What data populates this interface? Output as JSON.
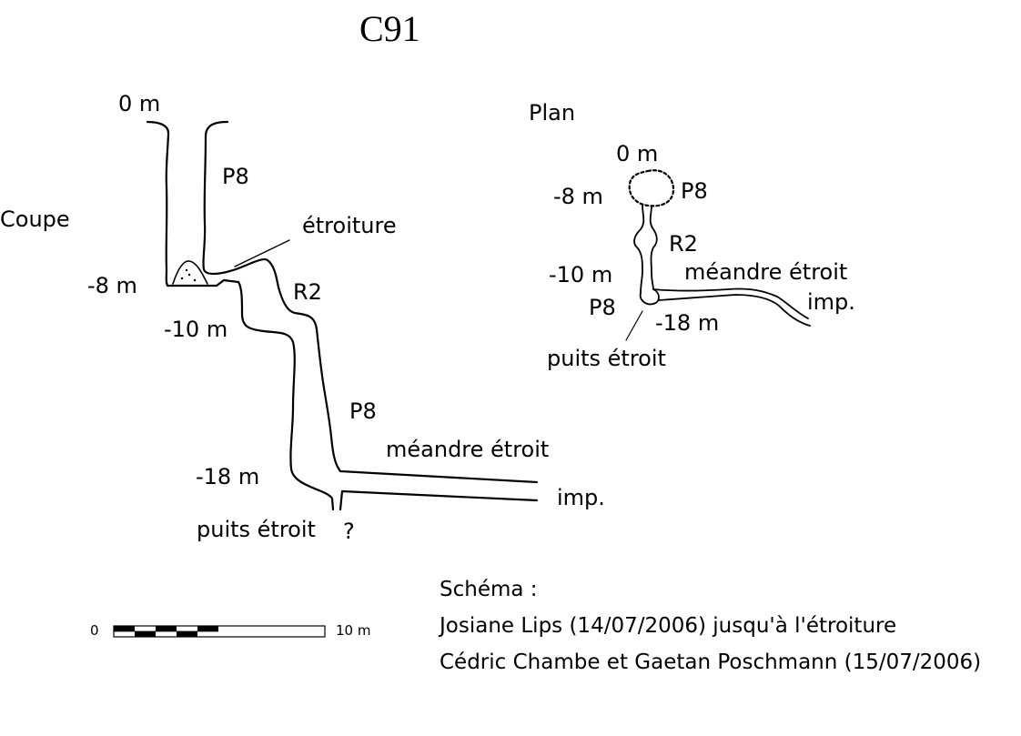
{
  "title": "C91",
  "section": {
    "heading": "Coupe",
    "depth_labels": [
      "0 m",
      "-8 m",
      "-10 m",
      "-18 m"
    ],
    "shaft_labels": [
      "P8",
      "R2",
      "P8"
    ],
    "feature_labels": {
      "squeeze": "étroiture",
      "meander": "méandre étroit",
      "impasse": "imp.",
      "narrow_shaft": "puits étroit",
      "unknown": "?"
    }
  },
  "plan": {
    "heading": "Plan",
    "depth_labels": [
      "0 m",
      "-8 m",
      "-10 m",
      "-18 m"
    ],
    "shaft_labels": [
      "P8",
      "R2",
      "P8"
    ],
    "feature_labels": {
      "meander": "méandre étroit",
      "impasse": "imp.",
      "narrow_shaft": "puits étroit"
    }
  },
  "scale_bar": {
    "start": "0",
    "end": "10 m"
  },
  "credits": {
    "heading": "Schéma :",
    "line1": "Josiane Lips (14/07/2006) jusqu'à l'étroiture",
    "line2": "Cédric Chambe et Gaetan Poschmann (15/07/2006)"
  }
}
